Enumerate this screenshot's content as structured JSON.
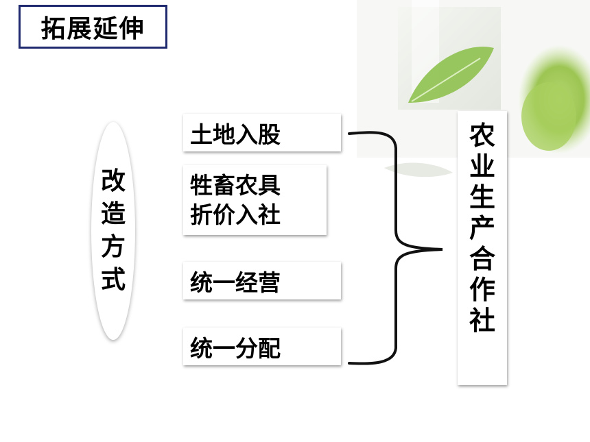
{
  "title": "拓展延伸",
  "left_label": "改造方式",
  "items": [
    "土地入股",
    "牲畜农具",
    "折价入社",
    "统一经营",
    "统一分配"
  ],
  "result": "农业生产合作社",
  "colors": {
    "title_border": "#1f2a6e",
    "leaf": "#8fc14f"
  }
}
